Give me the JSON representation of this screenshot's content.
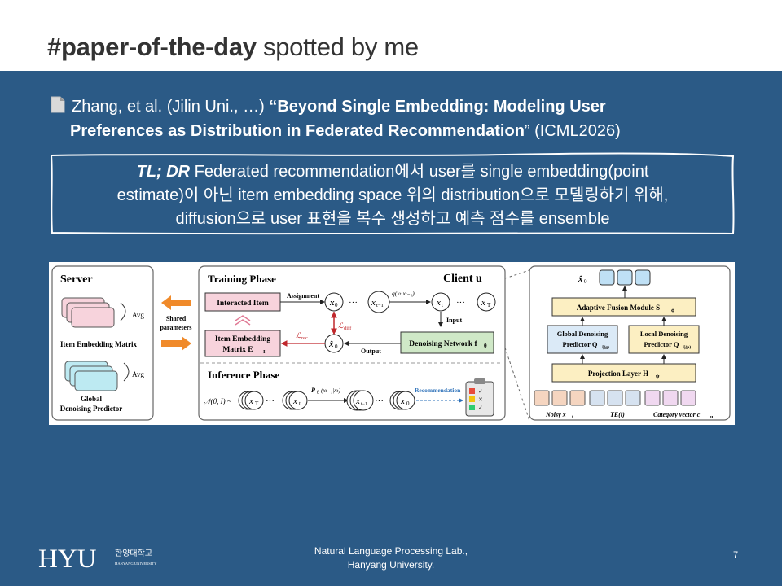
{
  "header": {
    "title_bold": "#paper-of-the-day",
    "title_rest": " spotted by me"
  },
  "paper": {
    "authors": "Zhang, et al. (Jilin Uni., …)",
    "open_quote": "  “",
    "title_line1": "Beyond Single Embedding: Modeling User",
    "title_line2": "Preferences as Distribution in Federated Recommendation",
    "close_quote": "”",
    "venue": " (ICML2026)"
  },
  "tldr": {
    "tag": "TL; DR",
    "line1": "  Federated recommendation에서 user를 single embedding(point",
    "line2": "estimate)이 아닌 item embedding space 위의 distribution으로 모델링하기 위해,",
    "line3": "diffusion으로 user 표현을 복수 생성하고 예측 점수를 ensemble"
  },
  "figure": {
    "server_title": "Server",
    "avg1": "Avg",
    "item_embedding_matrix": "Item Embedding  Matrix",
    "avg2": "Avg",
    "global_label": "Global",
    "global_predictor": "Denoising Predictor",
    "shared": "Shared",
    "parameters": "parameters",
    "training_phase": "Training Phase",
    "client_u": "Client u",
    "assignment": "Assignment",
    "interacted_item": "Interacted Item",
    "item_embedding_box1": "Item Embedding",
    "item_embedding_box2": "Matrix E",
    "sub_I": "I",
    "x0": "x",
    "sub0": "0",
    "dots": "···",
    "xt1": "x",
    "sub_t1": "t−1",
    "q_label": "q(xₜ|xₜ₋₁)",
    "xt": "x",
    "sub_t": "t",
    "xT": "x",
    "sub_T": "T",
    "input": "Input",
    "l_diff": "ℒ",
    "sub_diff": "diff",
    "l_rec": "ℒ",
    "sub_rec": "rec",
    "x0hat": "x̂",
    "output": "Output",
    "denoising_network": "Denoising Network f",
    "sub_theta": "θ",
    "inference_phase": "Inference Phase",
    "normal": "𝒩(0, I) ~",
    "p_label": "P",
    "p_cond": "(xₜ₋₁|xₜ)",
    "recommendation": "Recommendation",
    "x0hat_top": "x̂",
    "adaptive_fusion": "Adaptive Fusion Module  S",
    "sub_phi": "ϕ",
    "global_denoising1": "Global Denoising",
    "global_denoising2": "Predictor Q",
    "sub_g": "ξ(g)",
    "local_denoising1": "Local Denoising",
    "local_denoising2": "Predictor Q",
    "sub_p": "ξ(p)",
    "projection_layer": "Projection Layer  H",
    "sub_psi": "ψ",
    "noisy": "Noisy x",
    "te": "TE(t)",
    "category": "Category vector c",
    "sub_u": "u"
  },
  "footer": {
    "logo_text": "HYU",
    "logo_korean": "한양대학교",
    "logo_english": "HANYANG UNIVERSITY",
    "lab_line1": "Natural Language Processing Lab.,",
    "lab_line2": "Hanyang University.",
    "page_number": "7"
  }
}
